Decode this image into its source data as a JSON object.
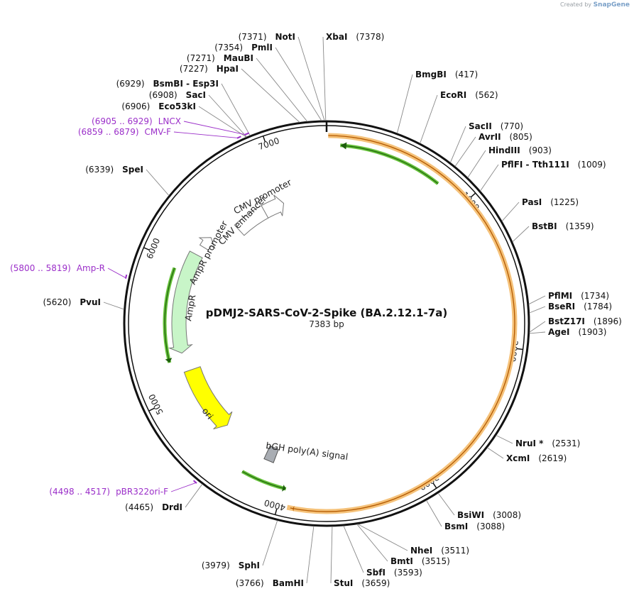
{
  "credit": {
    "prefix": "Created by",
    "brand": "SnapGene"
  },
  "plasmid": {
    "name": "pDMJ2-SARS-CoV-2-Spike (BA.2.12.1-7a)",
    "length_text": "7383 bp",
    "length": 7383
  },
  "ticks": [
    {
      "label": "1000",
      "pos": 1000
    },
    {
      "label": "2000",
      "pos": 2000
    },
    {
      "label": "3000",
      "pos": 3000
    },
    {
      "label": "4000",
      "pos": 4000
    },
    {
      "label": "5000",
      "pos": 5000
    },
    {
      "label": "6000",
      "pos": 6000
    },
    {
      "label": "7000",
      "pos": 7000
    }
  ],
  "enzymes": [
    {
      "name": "NotI",
      "pos_text": "(7371)",
      "pos": 7371
    },
    {
      "name": "XbaI",
      "pos_text": "(7378)",
      "pos": 7378
    },
    {
      "name": "PmlI",
      "pos_text": "(7354)",
      "pos": 7354
    },
    {
      "name": "MauBI",
      "pos_text": "(7271)",
      "pos": 7271
    },
    {
      "name": "HpaI",
      "pos_text": "(7227)",
      "pos": 7227
    },
    {
      "name": "BsmBI  - Esp3I",
      "pos_text": "(6929)",
      "pos": 6929
    },
    {
      "name": "SacI",
      "pos_text": "(6908)",
      "pos": 6908
    },
    {
      "name": "Eco53kI",
      "pos_text": "(6906)",
      "pos": 6906
    },
    {
      "name": "SpeI",
      "pos_text": "(6339)",
      "pos": 6339
    },
    {
      "name": "PvuI",
      "pos_text": "(5620)",
      "pos": 5620
    },
    {
      "name": "DrdI",
      "pos_text": "(4465)",
      "pos": 4465
    },
    {
      "name": "SphI",
      "pos_text": "(3979)",
      "pos": 3979
    },
    {
      "name": "BamHI",
      "pos_text": "(3766)",
      "pos": 3766
    },
    {
      "name": "StuI",
      "pos_text": "(3659)",
      "pos": 3659
    },
    {
      "name": "SbfI",
      "pos_text": "(3593)",
      "pos": 3593
    },
    {
      "name": "BmtI",
      "pos_text": "(3515)",
      "pos": 3515
    },
    {
      "name": "NheI",
      "pos_text": "(3511)",
      "pos": 3511
    },
    {
      "name": "BsmI",
      "pos_text": "(3088)",
      "pos": 3088
    },
    {
      "name": "BsiWI",
      "pos_text": "(3008)",
      "pos": 3008
    },
    {
      "name": "XcmI",
      "pos_text": "(2619)",
      "pos": 2619
    },
    {
      "name": "NruI *",
      "pos_text": "(2531)",
      "pos": 2531
    },
    {
      "name": "AgeI",
      "pos_text": "(1903)",
      "pos": 1903
    },
    {
      "name": "BstZ17I",
      "pos_text": "(1896)",
      "pos": 1896
    },
    {
      "name": "BseRI",
      "pos_text": "(1784)",
      "pos": 1784
    },
    {
      "name": "PflMI",
      "pos_text": "(1734)",
      "pos": 1734
    },
    {
      "name": "BstBI",
      "pos_text": "(1359)",
      "pos": 1359
    },
    {
      "name": "PasI",
      "pos_text": "(1225)",
      "pos": 1225
    },
    {
      "name": "PflFI  - Tth111I",
      "pos_text": "(1009)",
      "pos": 1009
    },
    {
      "name": "HindIII",
      "pos_text": "(903)",
      "pos": 903
    },
    {
      "name": "AvrII",
      "pos_text": "(805)",
      "pos": 805
    },
    {
      "name": "SacII",
      "pos_text": "(770)",
      "pos": 770
    },
    {
      "name": "EcoRI",
      "pos_text": "(562)",
      "pos": 562
    },
    {
      "name": "BmgBI",
      "pos_text": "(417)",
      "pos": 417
    }
  ],
  "primers": [
    {
      "name": "LNCX",
      "range_text": "(6905 .. 6929)",
      "start": 6905,
      "end": 6929
    },
    {
      "name": "CMV-F",
      "range_text": "(6859 .. 6879)",
      "start": 6859,
      "end": 6879
    },
    {
      "name": "Amp-R",
      "range_text": "(5800 .. 5819)",
      "start": 5800,
      "end": 5819
    },
    {
      "name": "pBR322ori-F",
      "range_text": "(4498 .. 4517)",
      "start": 4498,
      "end": 4517
    }
  ],
  "features": {
    "cmv_promoter": "CMV promoter",
    "cmv_enhancer": "CMV enhancer",
    "ampr_promoter": "AmpR promoter",
    "ampr": "AmpR",
    "ori": "ori",
    "bgh": "bGH poly(A) signal"
  },
  "colors": {
    "primer": "#9b2fc9",
    "spike_orf": "#f5c27a",
    "orf_arrow": "#66c23a",
    "ampr": "#c8f5c8",
    "ori": "#ffff00",
    "bgh": "#a9adb3",
    "cmv": "#ffffff"
  }
}
